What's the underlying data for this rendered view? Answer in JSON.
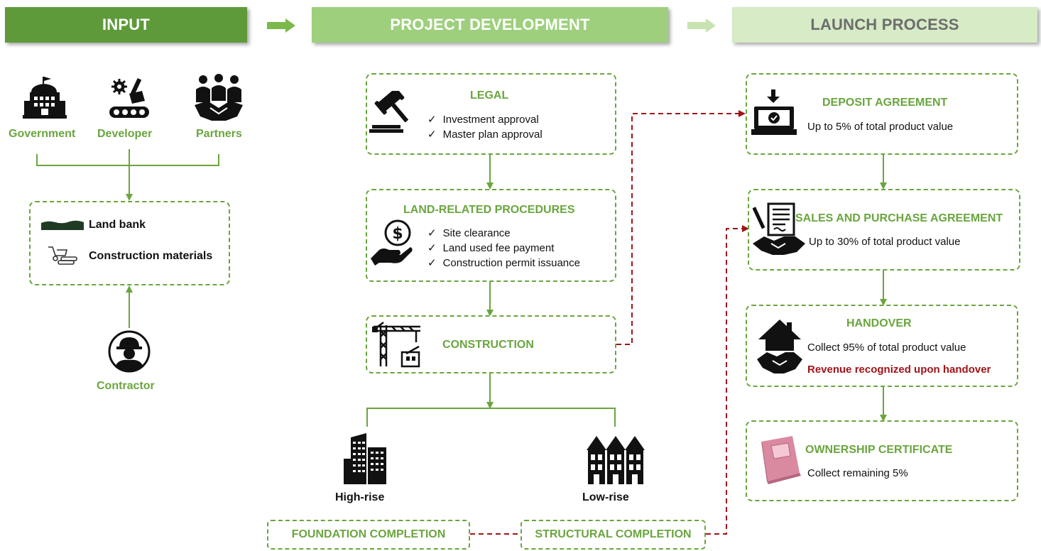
{
  "headers": {
    "input": "INPUT",
    "project_development": "PROJECT DEVELOPMENT",
    "launch_process": "LAUNCH PROCESS"
  },
  "input": {
    "actors": [
      "Government",
      "Developer",
      "Partners"
    ],
    "resources": {
      "land_bank": "Land bank",
      "construction_materials": "Construction materials"
    },
    "contractor": "Contractor"
  },
  "development": {
    "legal": {
      "title": "LEGAL",
      "items": [
        "Investment approval",
        "Master plan approval"
      ]
    },
    "land": {
      "title": "LAND-RELATED PROCEDURES",
      "items": [
        "Site clearance",
        "Land used fee payment",
        "Construction permit issuance"
      ]
    },
    "construction": {
      "title": "CONSTRUCTION"
    },
    "types": {
      "high_rise": "High-rise",
      "low_rise": "Low-rise"
    },
    "milestones": {
      "foundation": "FOUNDATION COMPLETION",
      "structural": "STRUCTURAL COMPLETION"
    }
  },
  "launch": {
    "deposit": {
      "title": "DEPOSIT AGREEMENT",
      "text": "Up to 5% of total product value"
    },
    "spa": {
      "title": "SALES AND PURCHASE AGREEMENT",
      "text": "Up to 30% of total product value"
    },
    "handover": {
      "title": "HANDOVER",
      "text": "Collect 95% of total product value",
      "note": "Revenue recognized upon handover"
    },
    "certificate": {
      "title": "OWNERSHIP CERTIFICATE",
      "text": "Collect remaining 5%"
    }
  },
  "colors": {
    "green": "#6aa53e",
    "dark_green": "#5e9a3a",
    "light_green": "#9ecf7d",
    "pale_green": "#d6ebc6",
    "red_dashed": "#a01418"
  }
}
